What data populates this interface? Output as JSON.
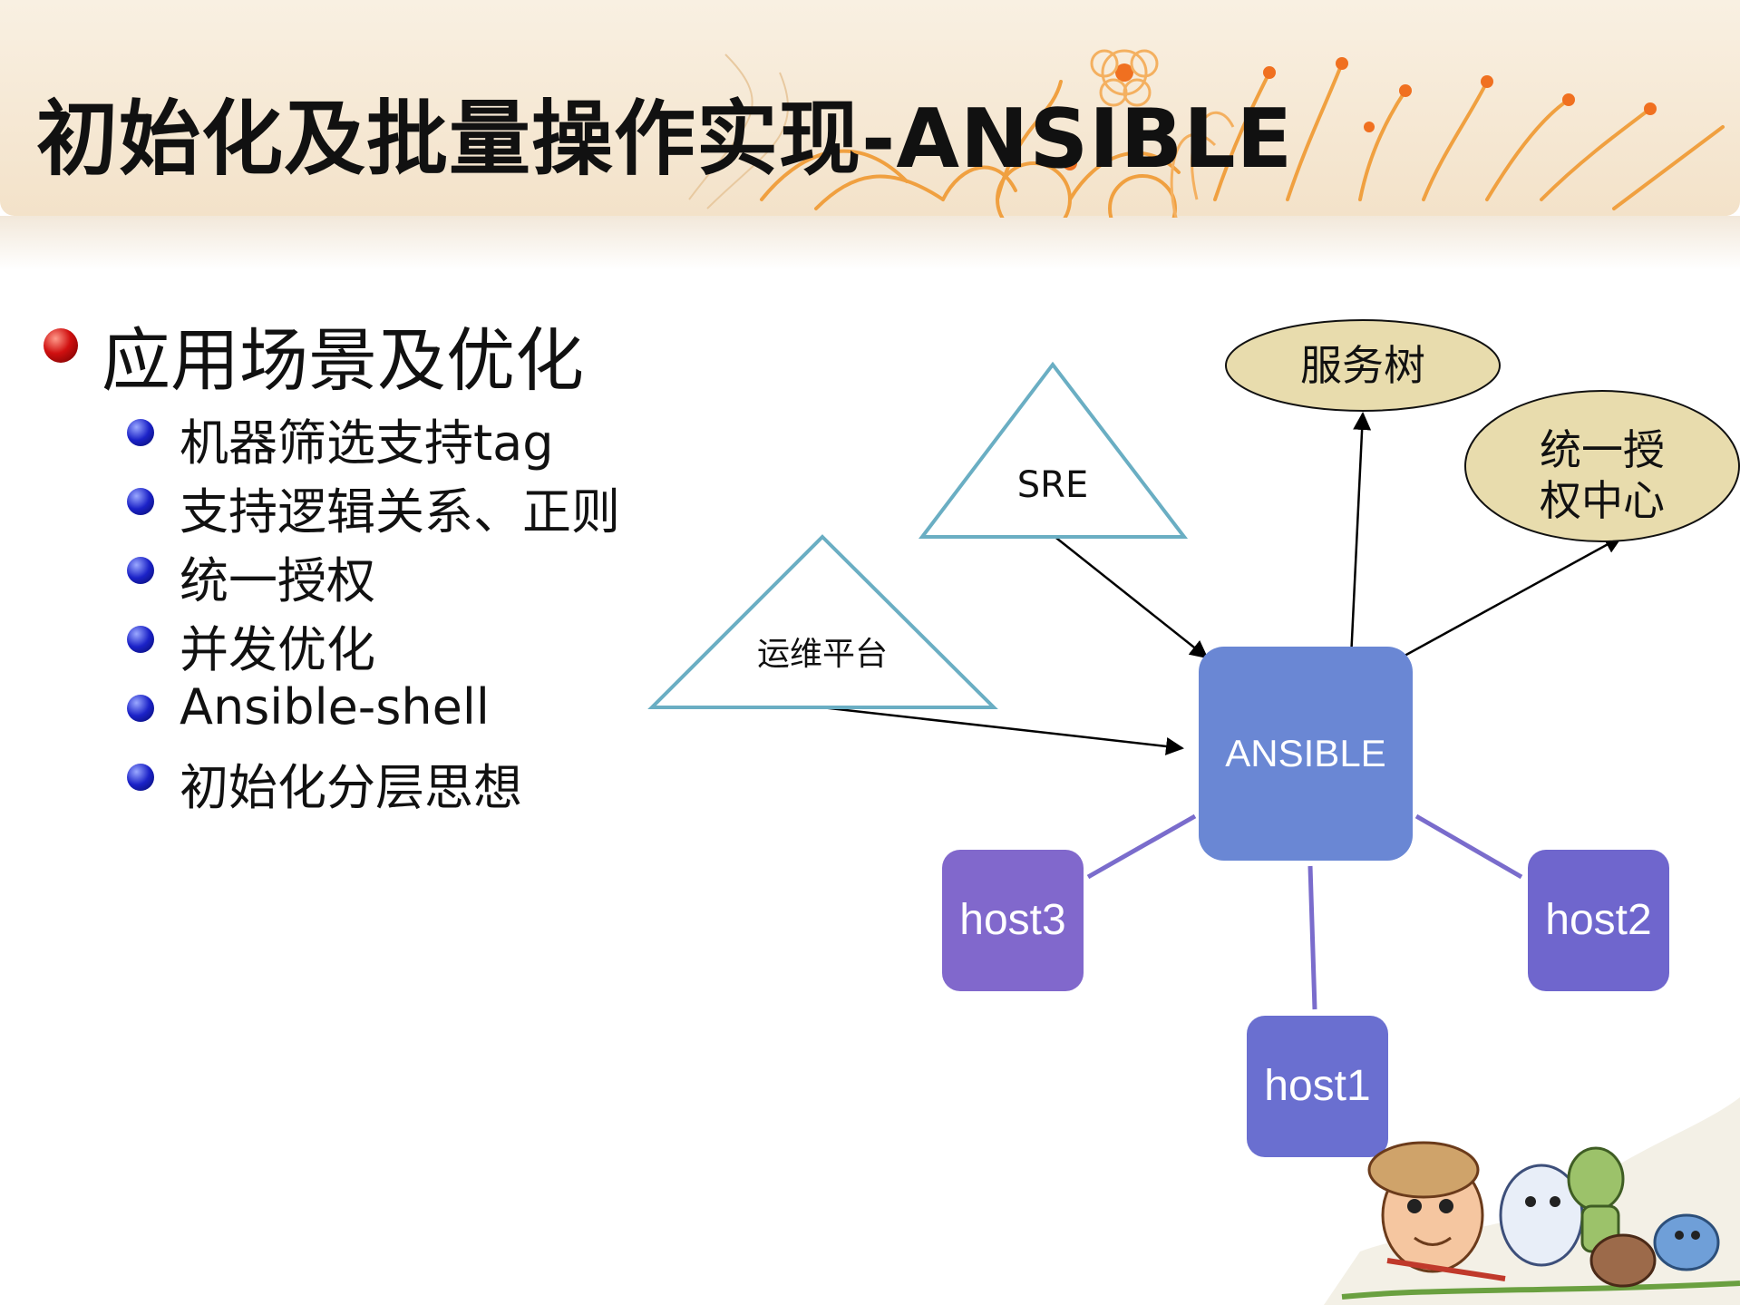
{
  "slide": {
    "title": "初始化及批量操作实现-ANSIBLE"
  },
  "content": {
    "main_item": "应用场景及优化",
    "sub_items": [
      "机器筛选支持tag",
      "支持逻辑关系、正则",
      "统一授权",
      "并发优化",
      "Ansible-shell",
      "初始化分层思想"
    ]
  },
  "diagram": {
    "center": "ANSIBLE",
    "sources": [
      "SRE",
      "运维平台"
    ],
    "targets": [
      "服务树",
      "统一授",
      "权中心"
    ],
    "hosts": [
      "host3",
      "host2",
      "host1"
    ]
  },
  "colors": {
    "center_fill": "#6a87d4",
    "host3_fill": "#8168cc",
    "host2_fill": "#6f66cd",
    "host1_fill": "#6a6fd0",
    "ellipse_fill": "#e8dcad",
    "triangle_stroke": "#6aaec3",
    "edge_purple": "#7a6ccc",
    "header_bg": "#f3e2c9"
  },
  "icons": [
    "red-bullet-icon",
    "blue-bullet-icon",
    "floral-decoration",
    "cartoon-mascots"
  ]
}
